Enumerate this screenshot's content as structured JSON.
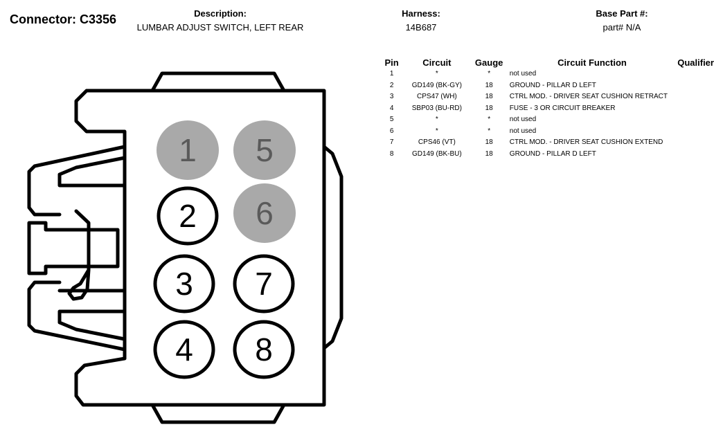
{
  "header": {
    "connector": "Connector: C3356",
    "description_label": "Description:",
    "description_value": "LUMBAR ADJUST SWITCH, LEFT REAR",
    "harness_label": "Harness:",
    "harness_value": "14B687",
    "base_part_label": "Base Part #:",
    "base_part_value": "part# N/A"
  },
  "table": {
    "columns": [
      "Pin",
      "Circuit",
      "Gauge",
      "Circuit Function",
      "Qualifier"
    ],
    "rows": [
      {
        "pin": "1",
        "circuit": "*",
        "gauge": "*",
        "function": "not used",
        "qualifier": ""
      },
      {
        "pin": "2",
        "circuit": "GD149 (BK-GY)",
        "gauge": "18",
        "function": "GROUND - PILLAR D LEFT",
        "qualifier": ""
      },
      {
        "pin": "3",
        "circuit": "CPS47 (WH)",
        "gauge": "18",
        "function": "CTRL MOD. - DRIVER SEAT CUSHION RETRACT",
        "qualifier": ""
      },
      {
        "pin": "4",
        "circuit": "SBP03 (BU-RD)",
        "gauge": "18",
        "function": "FUSE - 3 OR CIRCUIT BREAKER",
        "qualifier": ""
      },
      {
        "pin": "5",
        "circuit": "*",
        "gauge": "*",
        "function": "not used",
        "qualifier": ""
      },
      {
        "pin": "6",
        "circuit": "*",
        "gauge": "*",
        "function": "not used",
        "qualifier": ""
      },
      {
        "pin": "7",
        "circuit": "CPS46 (VT)",
        "gauge": "18",
        "function": "CTRL MOD. - DRIVER SEAT CUSHION EXTEND",
        "qualifier": ""
      },
      {
        "pin": "8",
        "circuit": "GD149 (BK-BU)",
        "gauge": "18",
        "function": "GROUND - PILLAR D LEFT",
        "qualifier": ""
      }
    ]
  },
  "diagram": {
    "pins": [
      {
        "label": "1",
        "used": false
      },
      {
        "label": "2",
        "used": true
      },
      {
        "label": "3",
        "used": true
      },
      {
        "label": "4",
        "used": true
      },
      {
        "label": "5",
        "used": false
      },
      {
        "label": "6",
        "used": false
      },
      {
        "label": "7",
        "used": true
      },
      {
        "label": "8",
        "used": true
      }
    ],
    "colors": {
      "unused_fill": "#a9a9a9",
      "unused_text": "#5a5a5a",
      "used_fill": "#ffffff",
      "used_text": "#000000",
      "outline": "#000000"
    }
  }
}
